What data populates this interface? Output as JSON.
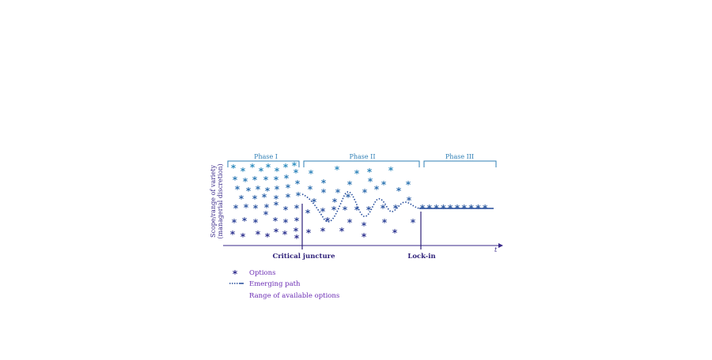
{
  "phases": [
    {
      "label": "Phase I"
    },
    {
      "label": "Phase II"
    },
    {
      "label": "Phase III"
    }
  ],
  "y_axis_label": {
    "line1": "Scope/range of variety",
    "line2": "(managerial discretion)"
  },
  "x_axis_label": "t",
  "markers": {
    "critical_juncture": "Critical juncture",
    "lock_in": "Lock-in"
  },
  "option_symbol": "*",
  "legend": {
    "options": "Options",
    "emerging_path": "Emerging path",
    "range": "Range of available options"
  },
  "colors": {
    "light_blue": "#2f7fb5",
    "dark_blue": "#2d2a8a",
    "legend_purple": "#6a2bb3",
    "path": "#234a9a"
  }
}
